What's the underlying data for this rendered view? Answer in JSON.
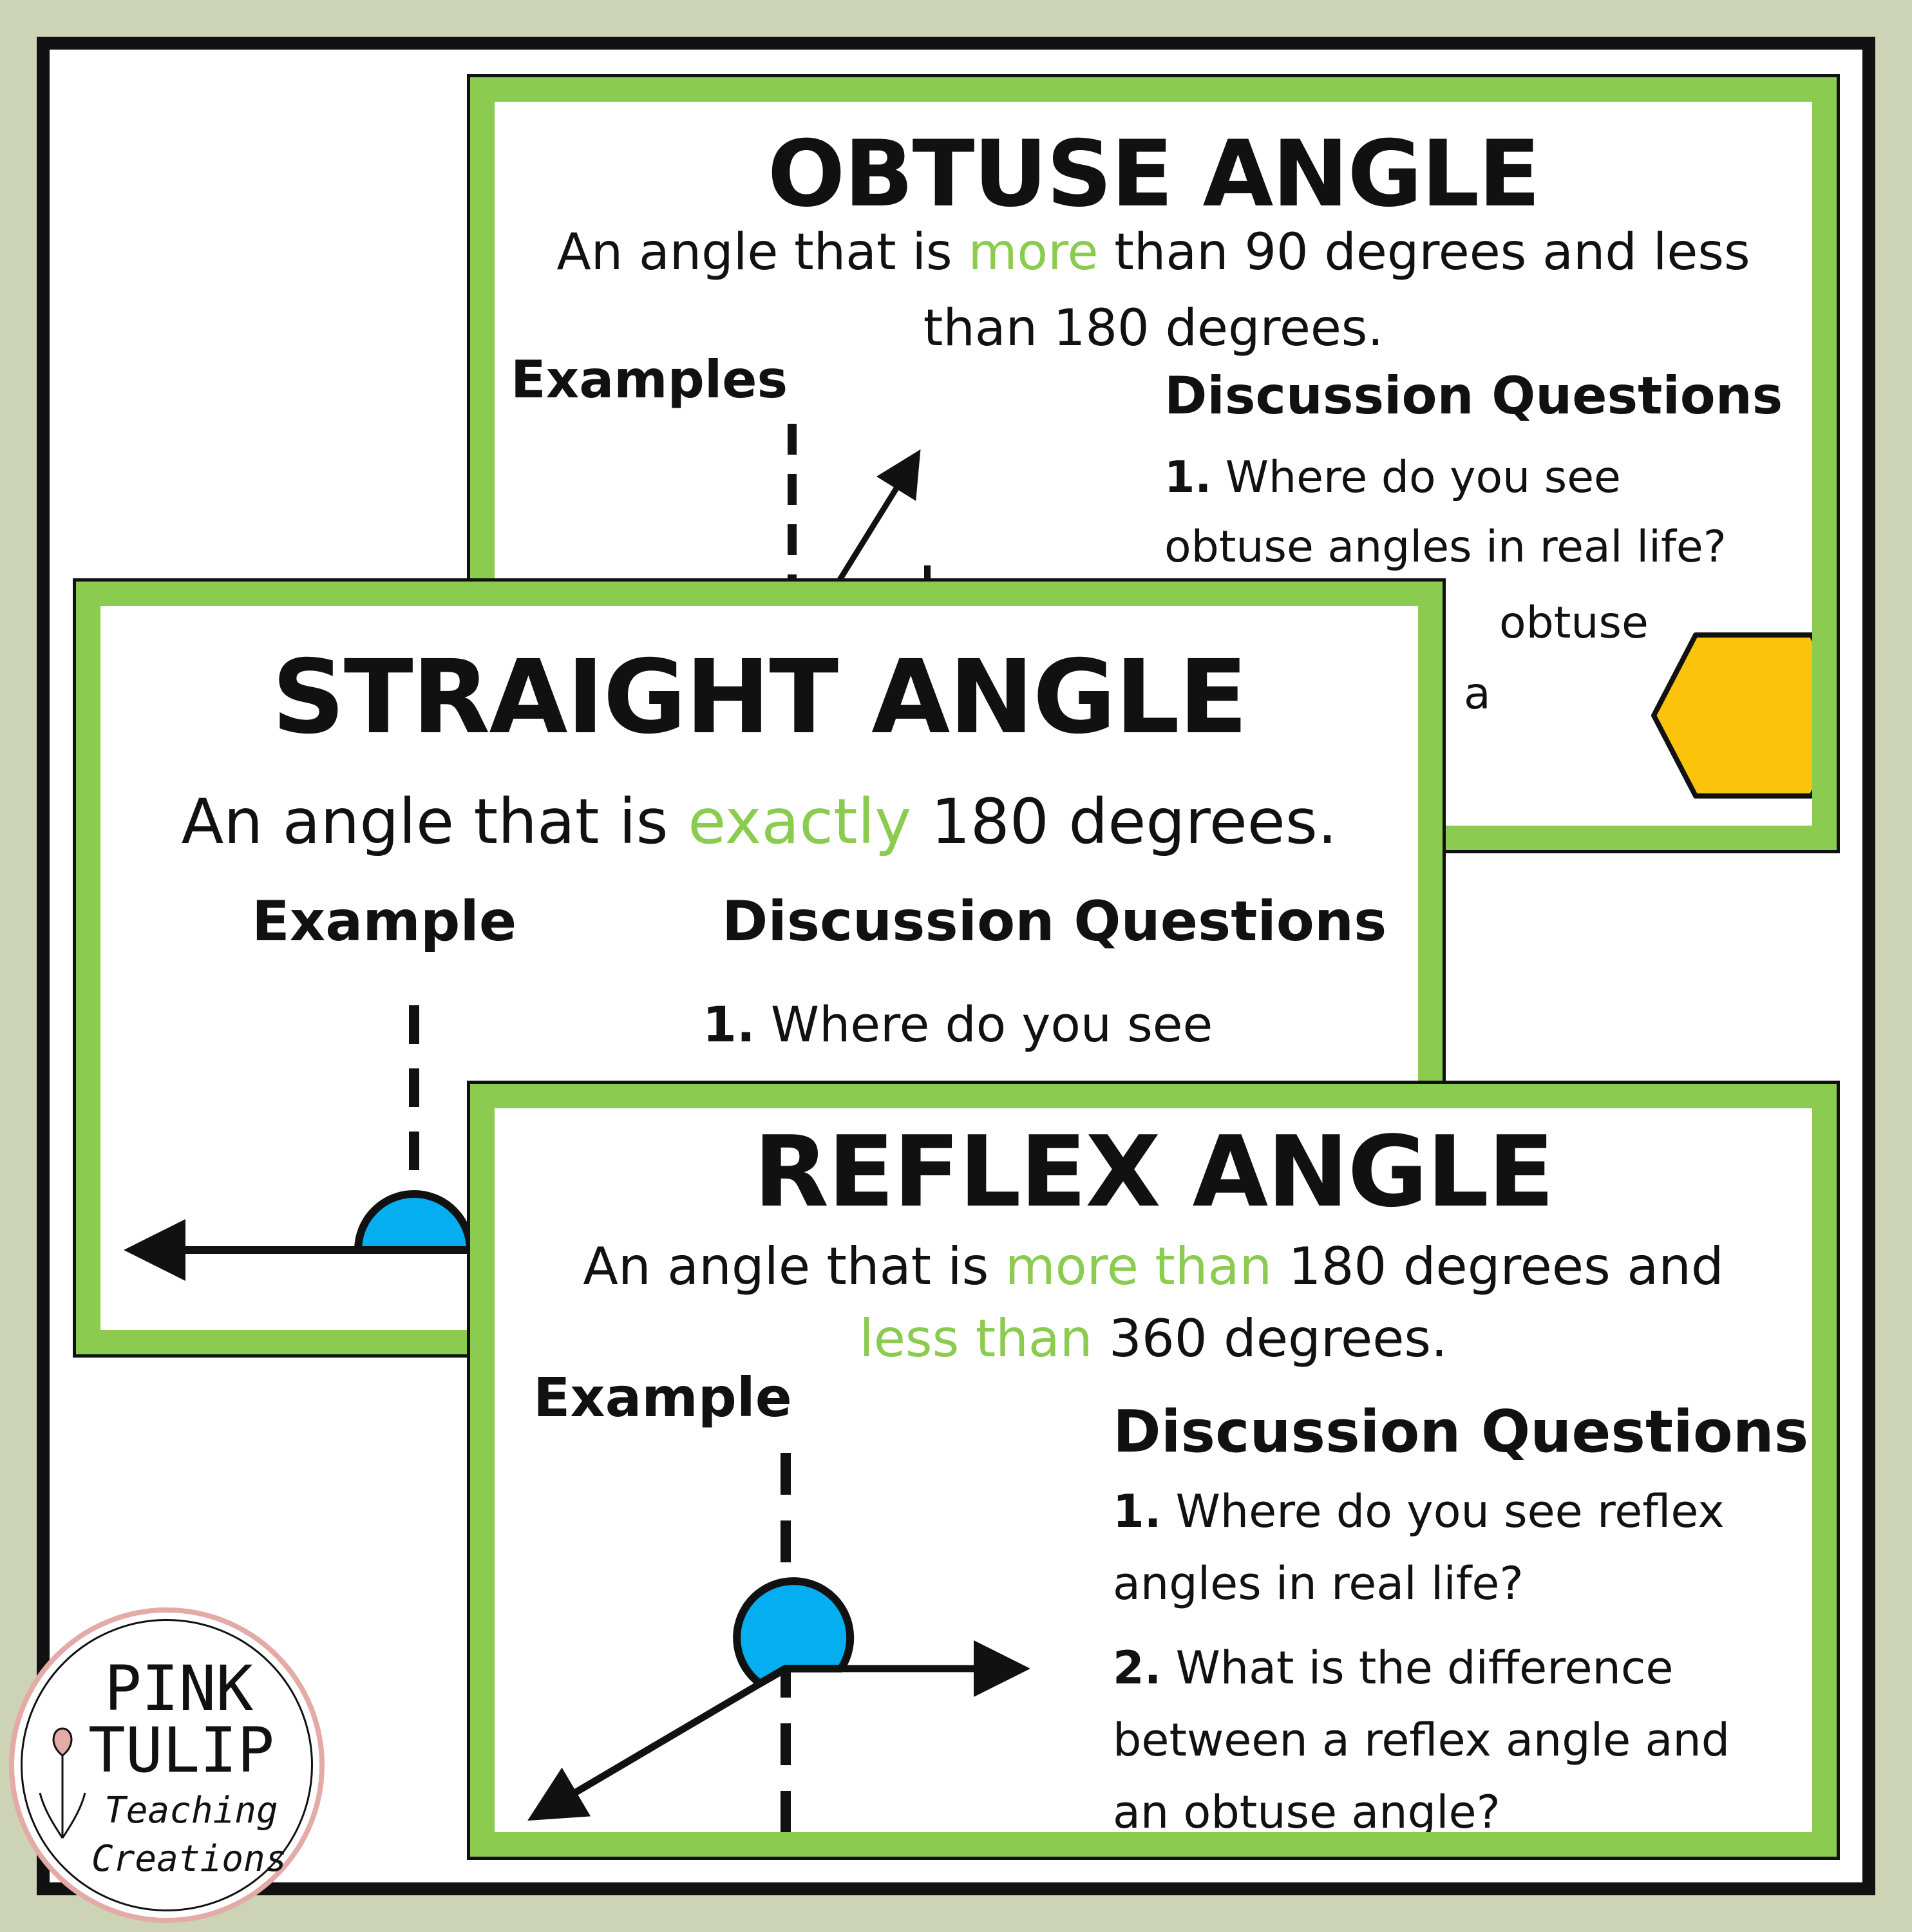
{
  "colors": {
    "background": "#cdd4b6",
    "card_green": "#8bcb4f",
    "highlight_green": "#8bcb4f",
    "arc_blue": "#04aef0",
    "hexagon_yellow": "#fbc40a",
    "logo_pink": "#e3aaa6"
  },
  "obtuse": {
    "title": "OBTUSE ANGLE",
    "def_before": "An angle that is ",
    "def_highlight": "more",
    "def_after": " than 90 degrees and less than 180 degrees.",
    "examples_label": "Examples",
    "discussion_label": "Discussion Questions",
    "q1_num": "1.",
    "q1_text": " Where do you see obtuse angles in real life?",
    "q2_fragment_1": "obtuse",
    "q2_fragment_2": "a",
    "example_icon": "hexagon-icon"
  },
  "straight": {
    "title": "STRAIGHT ANGLE",
    "def_before": "An angle that is ",
    "def_highlight": "exactly",
    "def_after": " 180 degrees.",
    "example_label": "Example",
    "discussion_label": "Discussion Questions",
    "q1_num": "1.",
    "q1_text": " Where do you see"
  },
  "reflex": {
    "title": "REFLEX ANGLE",
    "def_before": "An angle that is ",
    "def_highlight_1": "more than",
    "def_middle": " 180 degrees and ",
    "def_highlight_2": "less than",
    "def_after": " 360 degrees.",
    "example_label": "Example",
    "discussion_label": "Discussion Questions",
    "q1_num": "1.",
    "q1_text": " Where do you see reflex angles in real life?",
    "q2_num": "2.",
    "q2_text": " What is the difference between a reflex angle and an obtuse angle?"
  },
  "logo": {
    "line1": "PINK",
    "line2": "TULIP",
    "line3": "Teaching",
    "line4": "Creations",
    "icon": "tulip-icon"
  }
}
